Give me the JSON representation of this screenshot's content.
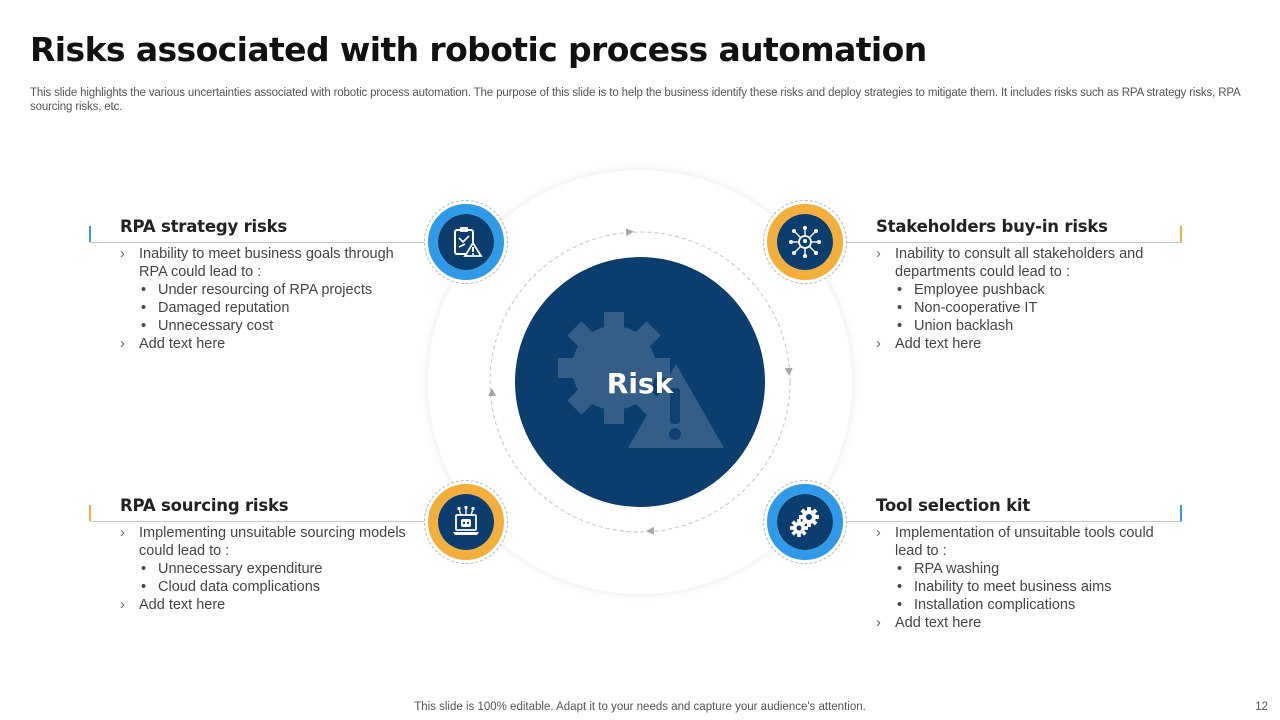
{
  "title": "Risks associated with robotic process automation",
  "subtitle": "This slide highlights the various uncertainties associated with robotic process automation. The purpose of this slide is to help the business identify these risks and deploy strategies to mitigate them. It includes risks such as RPA strategy risks, RPA sourcing risks, etc.",
  "center": {
    "label": "Risk",
    "icon": "gear-warning-icon",
    "color": "#0b3d6e"
  },
  "colors": {
    "blue": "#2f9be8",
    "orange": "#f4ae3c",
    "navy": "#0b3d6e"
  },
  "blocks": {
    "strategy": {
      "title": "RPA strategy risks",
      "icon": "clipboard-warning-icon",
      "ring_color": "#2f9be8",
      "intro": "Inability to meet business goals through RPA could lead to :",
      "bullets": [
        "Under resourcing of RPA projects",
        "Damaged reputation",
        "Unnecessary cost"
      ],
      "extra": "Add text here"
    },
    "stakeholders": {
      "title": "Stakeholders buy-in risks",
      "icon": "network-hub-icon",
      "ring_color": "#f4ae3c",
      "intro": "Inability to consult all stakeholders and departments could lead to :",
      "bullets": [
        "Employee pushback",
        "Non-cooperative IT",
        "Union backlash"
      ],
      "extra": "Add text here"
    },
    "sourcing": {
      "title": "RPA sourcing risks",
      "icon": "robot-laptop-icon",
      "ring_color": "#f4ae3c",
      "intro": "Implementing unsuitable sourcing models could lead to :",
      "bullets": [
        "Unnecessary expenditure",
        "Cloud data complications"
      ],
      "extra": "Add text here"
    },
    "tool": {
      "title": "Tool selection kit",
      "icon": "gears-icon",
      "ring_color": "#2f9be8",
      "intro": "Implementation of unsuitable tools could lead to :",
      "bullets": [
        "RPA washing",
        "Inability to meet business aims",
        "Installation complications"
      ],
      "extra": "Add text here"
    }
  },
  "footer": "This slide is 100% editable. Adapt it to your needs and capture your audience's attention.",
  "page_number": "12"
}
